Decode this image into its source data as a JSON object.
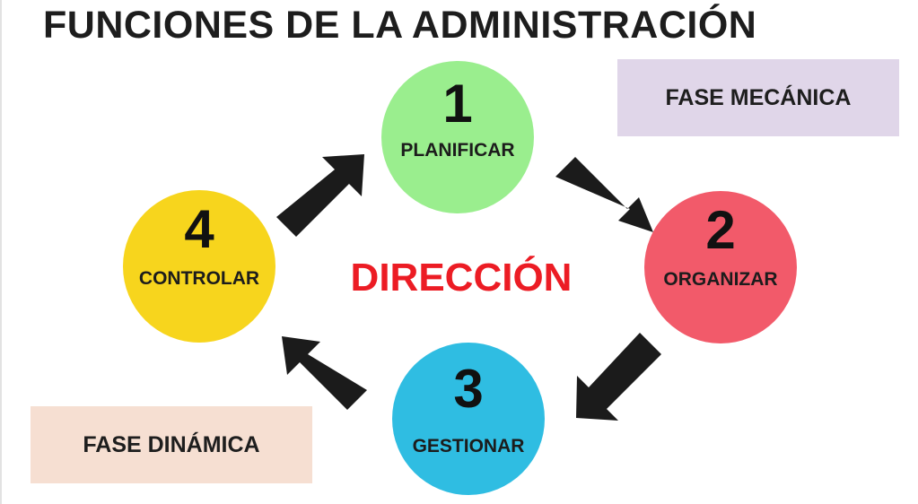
{
  "title": "FUNCIONES DE LA ADMINISTRACIÓN",
  "center_label": "DIRECCIÓN",
  "phases": {
    "mecanica": "FASE MECÁNICA",
    "dinamica": "FASE DINÁMICA"
  },
  "steps": [
    {
      "number": "1",
      "label": "PLANIFICAR",
      "color": "#9aee8e"
    },
    {
      "number": "2",
      "label": "ORGANIZAR",
      "color": "#f25a6a"
    },
    {
      "number": "3",
      "label": "GESTIONAR",
      "color": "#2fbde2"
    },
    {
      "number": "4",
      "label": "CONTROLAR",
      "color": "#f7d51d"
    }
  ],
  "colors": {
    "arrow": "#1b1b1b",
    "center_text": "#ec1c24",
    "phase_mecanica_bg": "#e0d6e9",
    "phase_dinamica_bg": "#f6dfd2"
  }
}
